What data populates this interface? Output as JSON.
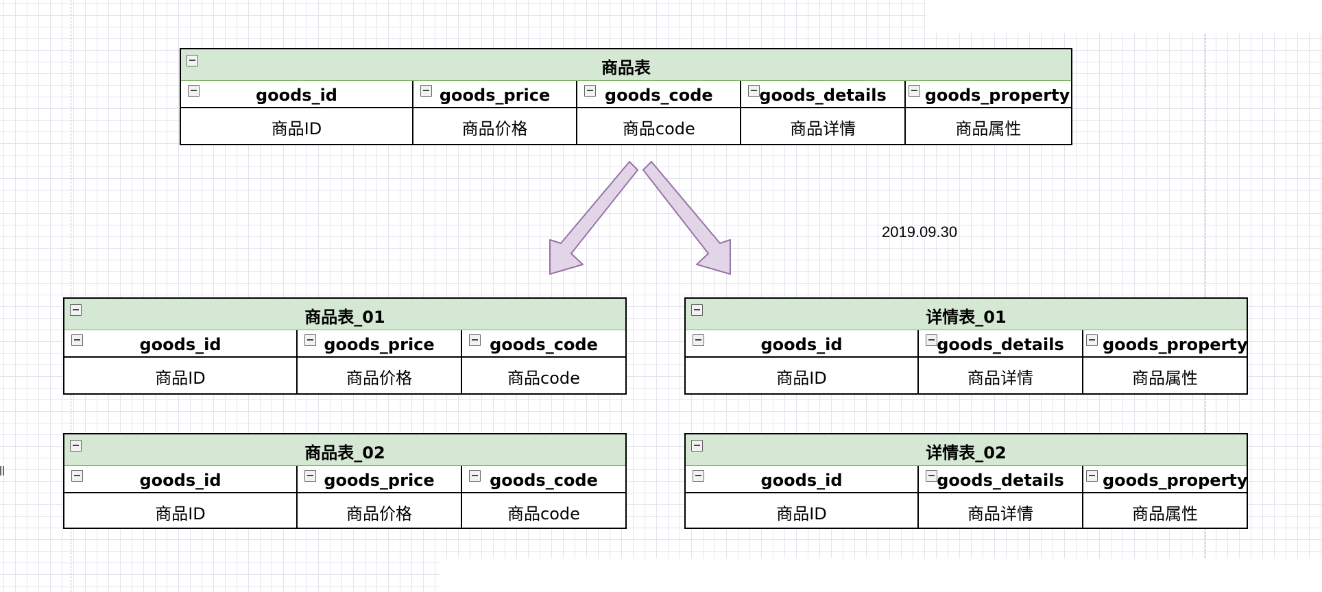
{
  "canvas": {
    "date_label": "2019.09.30",
    "colors": {
      "header_fill": "#d5e8d4",
      "header_border": "#82b366",
      "arrow_fill": "#e1d5e7",
      "arrow_stroke": "#9673a6",
      "grid": "#e4e4ee"
    }
  },
  "tables": {
    "main": {
      "title": "商品表",
      "fields": [
        "goods_id",
        "goods_price",
        "goods_code",
        "goods_details",
        "goods_property"
      ],
      "values": [
        "商品ID",
        "商品价格",
        "商品code",
        "商品详情",
        "商品属性"
      ]
    },
    "goods_01": {
      "title": "商品表_01",
      "fields": [
        "goods_id",
        "goods_price",
        "goods_code"
      ],
      "values": [
        "商品ID",
        "商品价格",
        "商品code"
      ]
    },
    "details_01": {
      "title": "详情表_01",
      "fields": [
        "goods_id",
        "goods_details",
        "goods_property"
      ],
      "values": [
        "商品ID",
        "商品详情",
        "商品属性"
      ]
    },
    "goods_02": {
      "title": "商品表_02",
      "fields": [
        "goods_id",
        "goods_price",
        "goods_code"
      ],
      "values": [
        "商品ID",
        "商品价格",
        "商品code"
      ]
    },
    "details_02": {
      "title": "详情表_02",
      "fields": [
        "goods_id",
        "goods_details",
        "goods_property"
      ],
      "values": [
        "商品ID",
        "商品详情",
        "商品属性"
      ]
    }
  },
  "icons": {
    "collapse": "collapse-minus-icon",
    "split_left": "arrow-down-left-icon",
    "split_right": "arrow-down-right-icon"
  }
}
